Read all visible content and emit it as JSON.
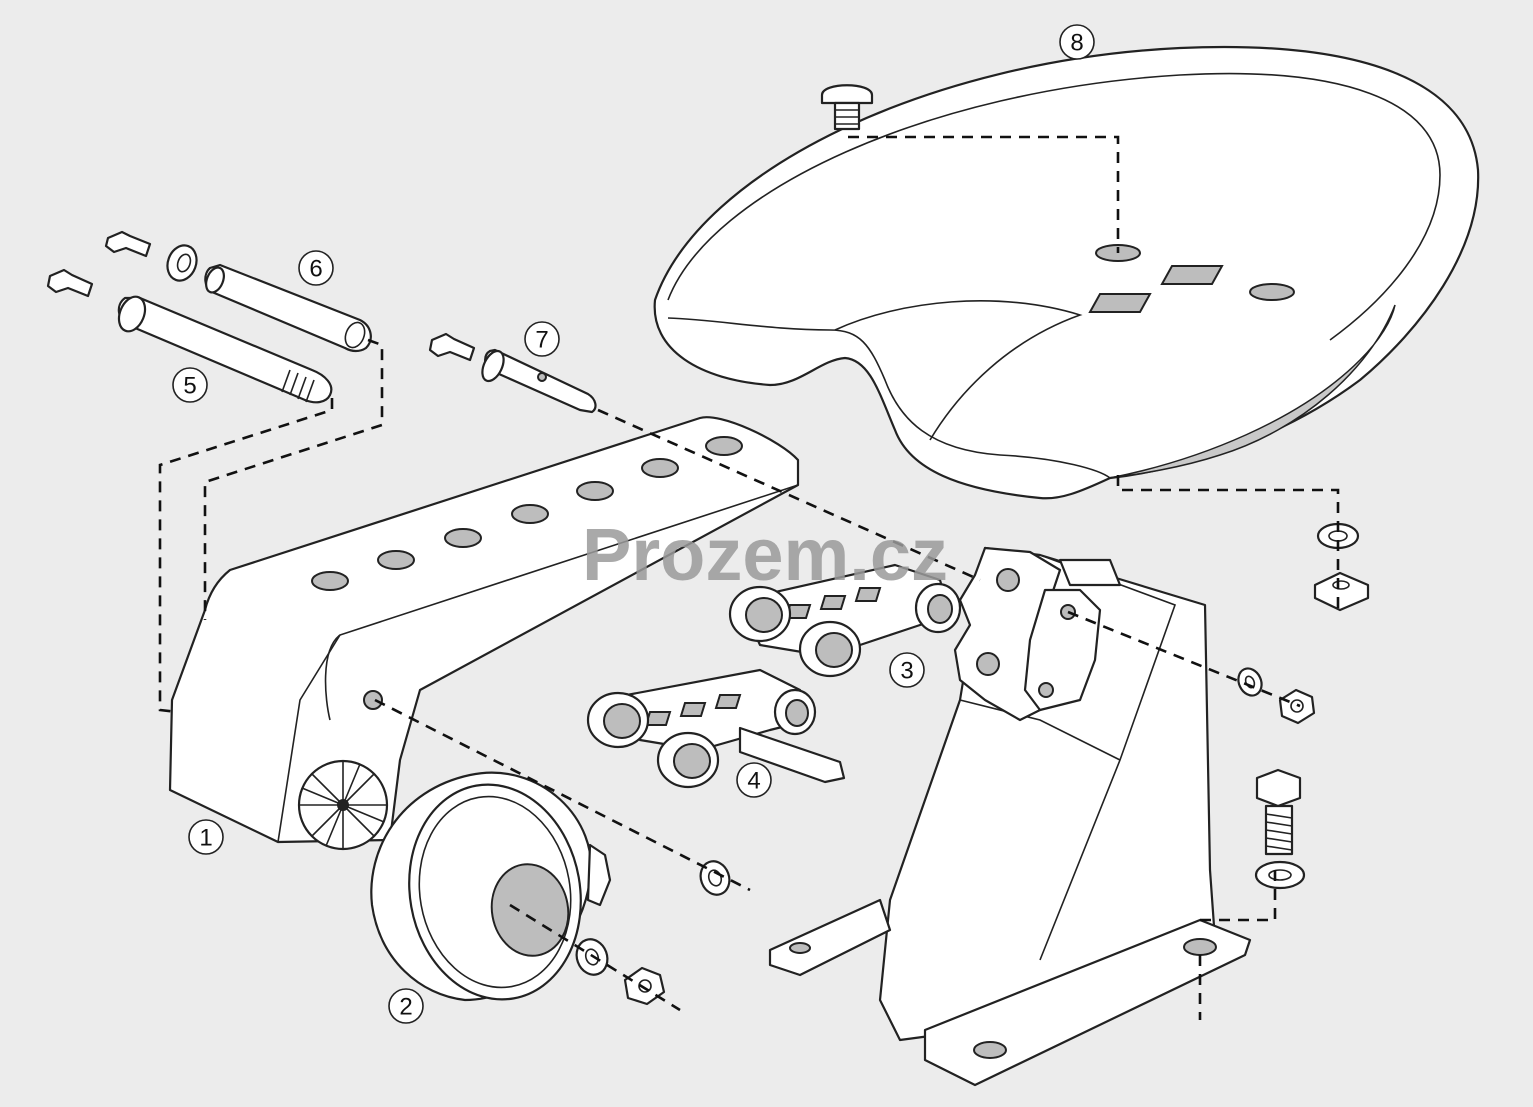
{
  "watermark": "Prozem.cz",
  "callouts": [
    {
      "id": "callout-1",
      "label": "1"
    },
    {
      "id": "callout-2",
      "label": "2"
    },
    {
      "id": "callout-3",
      "label": "3"
    },
    {
      "id": "callout-4",
      "label": "4"
    },
    {
      "id": "callout-5",
      "label": "5"
    },
    {
      "id": "callout-6",
      "label": "6"
    },
    {
      "id": "callout-7",
      "label": "7"
    },
    {
      "id": "callout-8",
      "label": "8"
    }
  ],
  "colors": {
    "background": "#ececec",
    "part_fill": "#ffffff",
    "outline": "#222222",
    "hole_shade": "#bdbdbd",
    "watermark": "#9a9a9a"
  }
}
